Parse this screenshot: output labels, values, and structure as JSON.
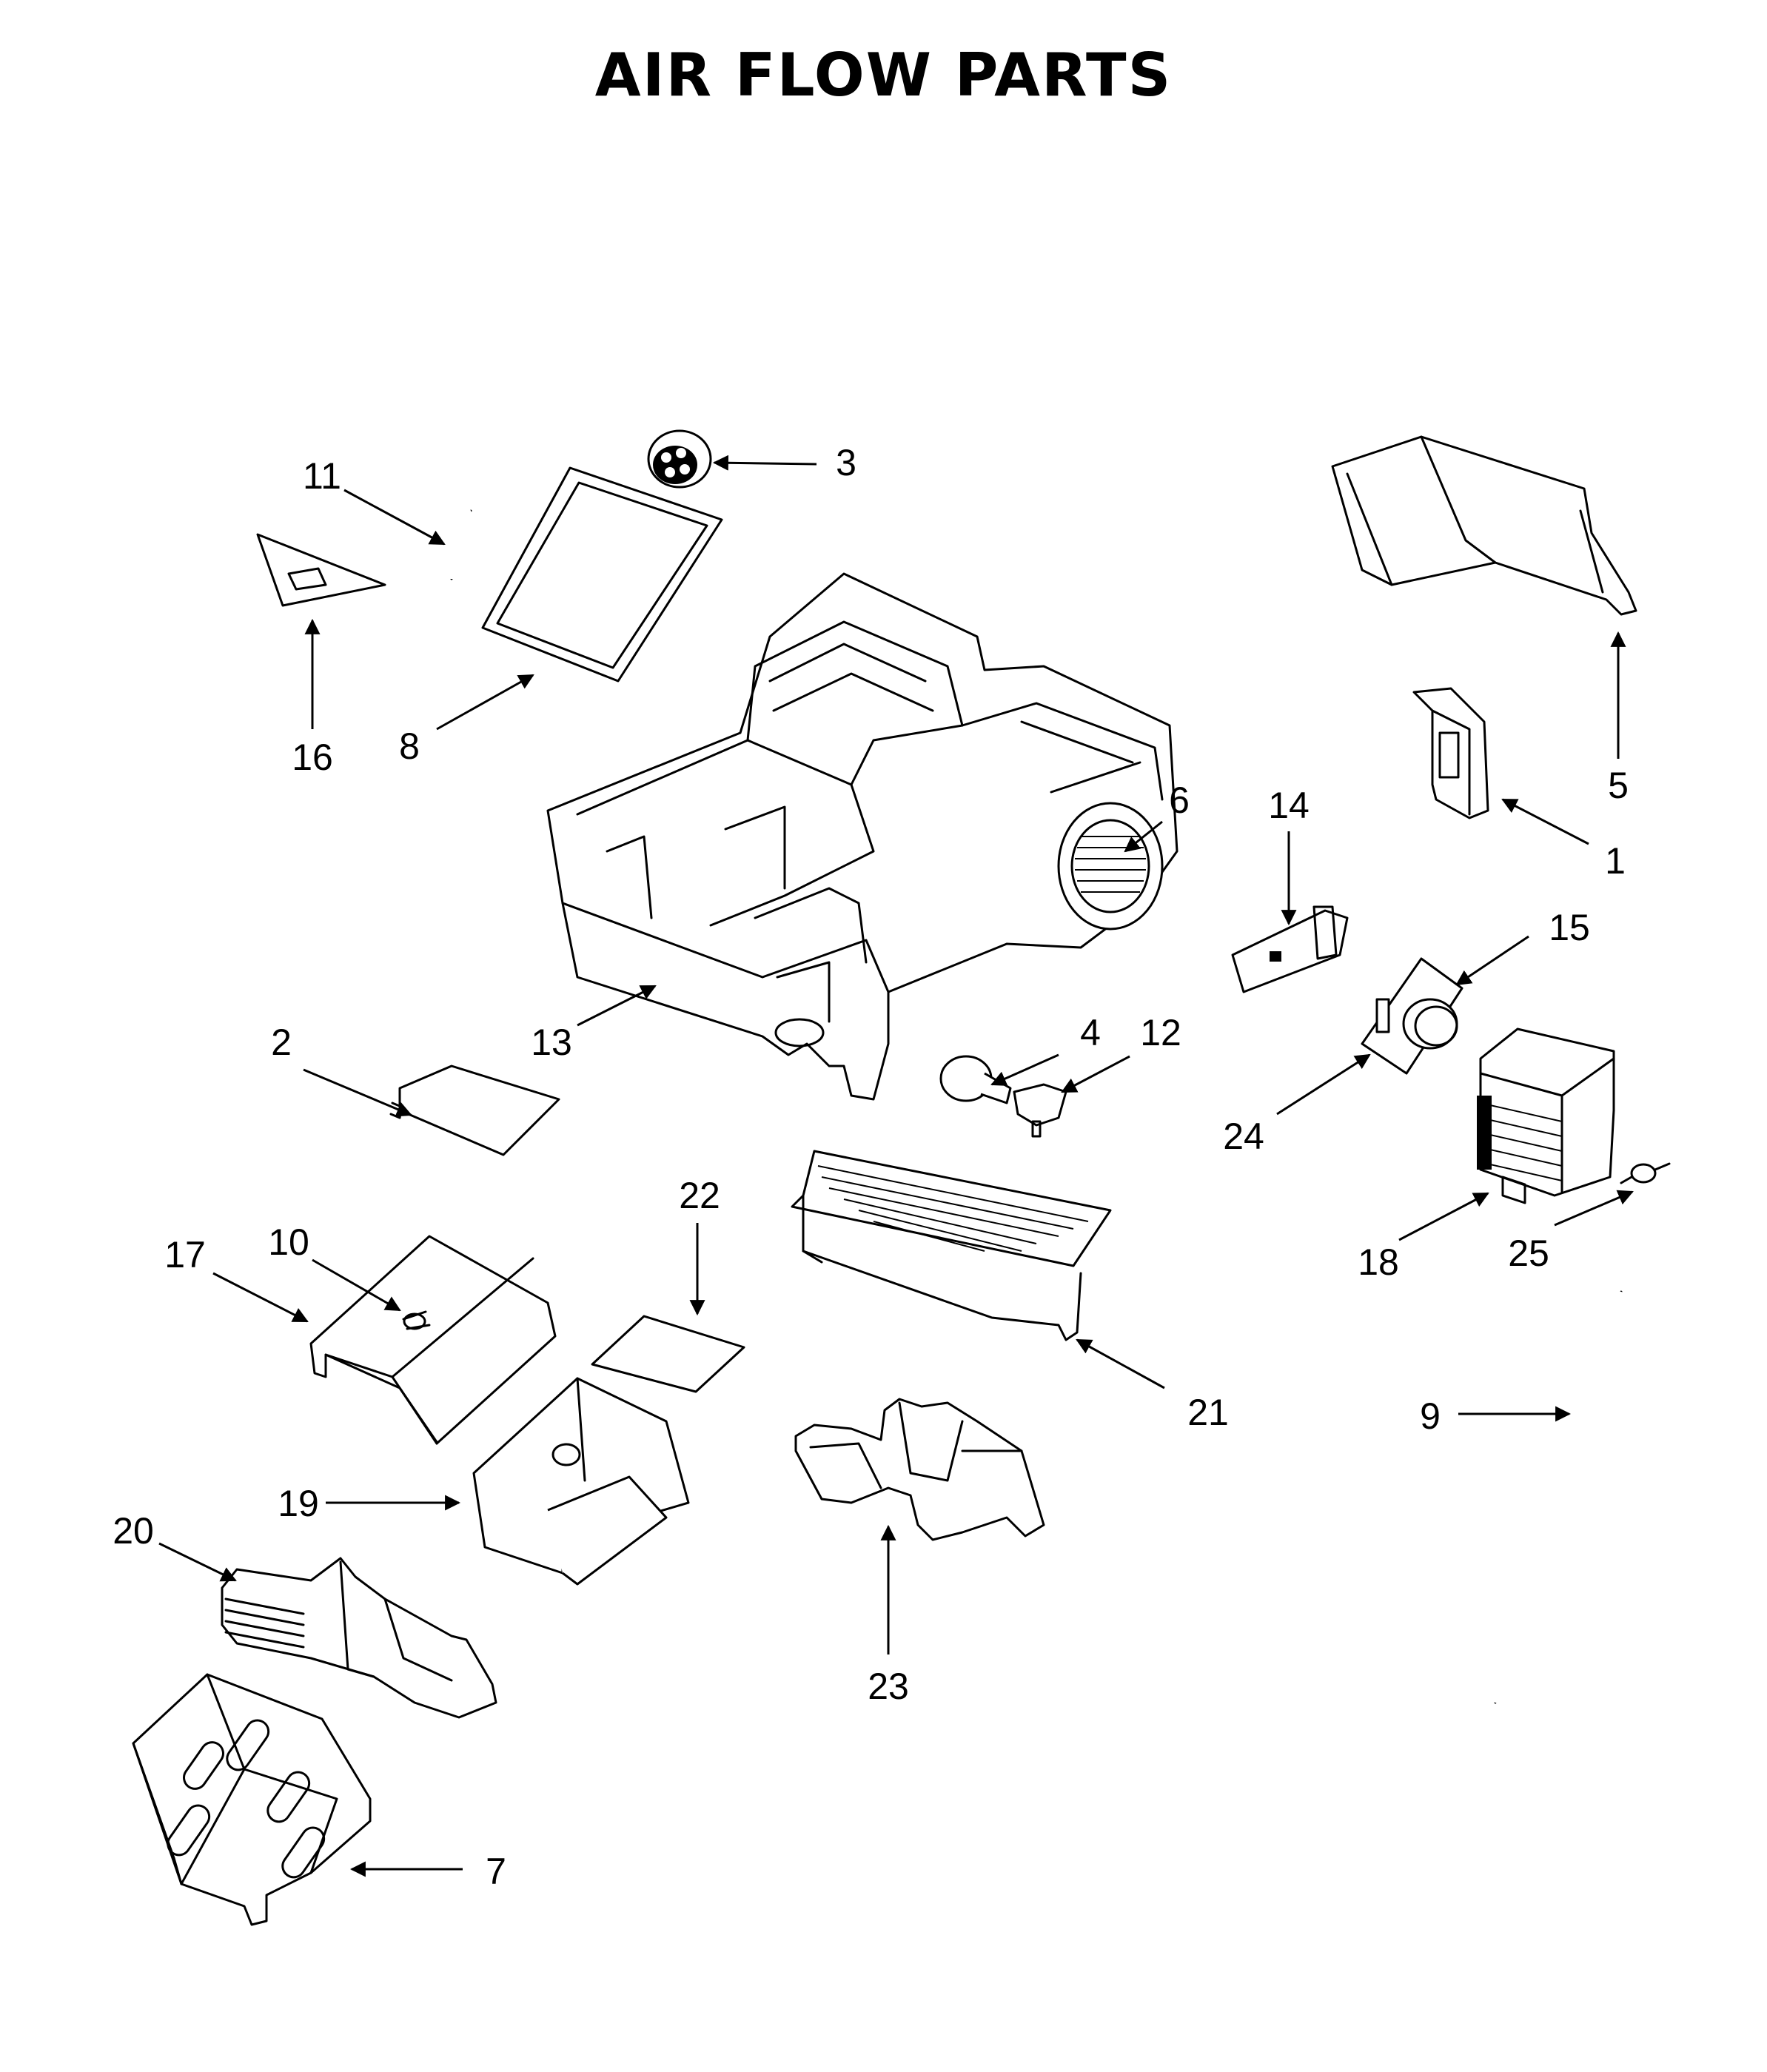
{
  "title": "AIR FLOW PARTS",
  "callouts": [
    {
      "id": "1",
      "label": "1"
    },
    {
      "id": "2",
      "label": "2"
    },
    {
      "id": "3",
      "label": "3"
    },
    {
      "id": "4",
      "label": "4"
    },
    {
      "id": "5",
      "label": "5"
    },
    {
      "id": "6",
      "label": "6"
    },
    {
      "id": "7",
      "label": "7"
    },
    {
      "id": "8",
      "label": "8"
    },
    {
      "id": "9",
      "label": "9"
    },
    {
      "id": "10",
      "label": "10"
    },
    {
      "id": "11",
      "label": "11"
    },
    {
      "id": "12",
      "label": "12"
    },
    {
      "id": "13",
      "label": "13"
    },
    {
      "id": "14",
      "label": "14"
    },
    {
      "id": "15",
      "label": "15"
    },
    {
      "id": "16",
      "label": "16"
    },
    {
      "id": "17",
      "label": "17"
    },
    {
      "id": "18",
      "label": "18"
    },
    {
      "id": "19",
      "label": "19"
    },
    {
      "id": "20",
      "label": "20"
    },
    {
      "id": "21",
      "label": "21"
    },
    {
      "id": "22",
      "label": "22"
    },
    {
      "id": "23",
      "label": "23"
    },
    {
      "id": "24",
      "label": "24"
    },
    {
      "id": "25",
      "label": "25"
    }
  ]
}
